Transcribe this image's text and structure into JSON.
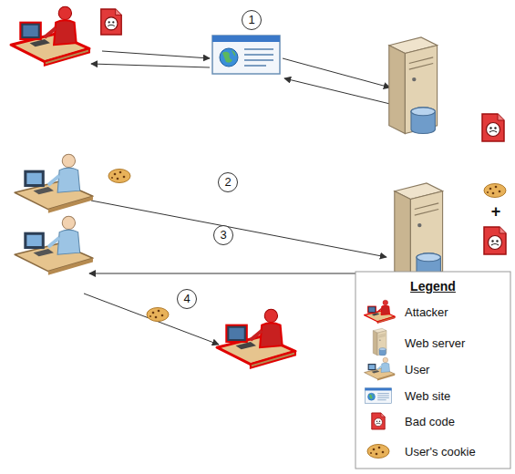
{
  "diagram": {
    "labels": [
      "1",
      "2",
      "3",
      "4",
      "+",
      "Legend"
    ],
    "legend": [
      {
        "text": "Attacker"
      },
      {
        "text": "Web server"
      },
      {
        "text": "User"
      },
      {
        "text": "Web site"
      },
      {
        "text": "Bad code"
      },
      {
        "text": "User's cookie"
      }
    ]
  }
}
